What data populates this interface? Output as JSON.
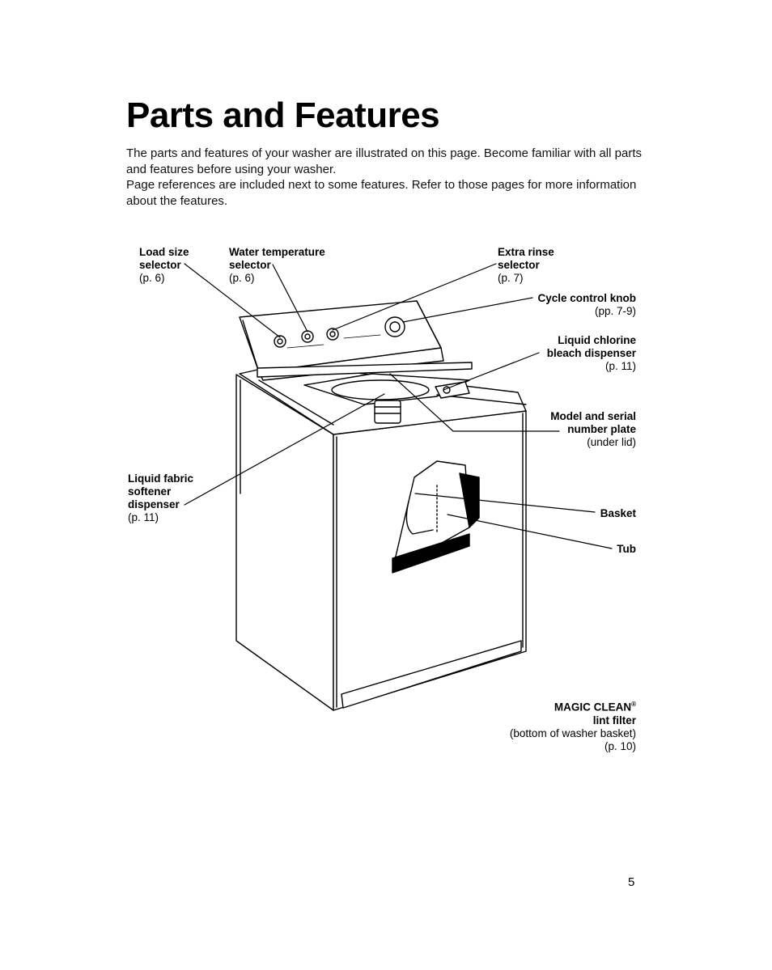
{
  "title": "Parts and Features",
  "intro": {
    "p1": "The parts and features of your washer are illustrated on this page. Become familiar with all parts and features before using your washer.",
    "p2": "Page references are included next to some features. Refer to those pages for more information about the features."
  },
  "labels": {
    "load_size": {
      "name1": "Load size",
      "name2": "selector",
      "page": "(p. 6)"
    },
    "water_temp": {
      "name1": "Water temperature",
      "name2": "selector",
      "page": "(p. 6)"
    },
    "extra_rinse": {
      "name1": "Extra rinse",
      "name2": "selector",
      "page": "(p. 7)"
    },
    "cycle_control": {
      "name1": "Cycle control knob",
      "page": "(pp. 7-9)"
    },
    "bleach": {
      "name1": "Liquid chlorine",
      "name2": "bleach dispenser",
      "page": "(p. 11)"
    },
    "model_serial": {
      "name1": "Model and serial",
      "name2": "number plate",
      "page": "(under lid)"
    },
    "fabric_softener": {
      "name1": "Liquid fabric",
      "name2": "softener",
      "name3": "dispenser",
      "page": "(p. 11)"
    },
    "basket": {
      "name1": "Basket"
    },
    "tub": {
      "name1": "Tub"
    },
    "lint_filter": {
      "name1": "MAGIC CLEAN",
      "trademark": "®",
      "name2": "lint filter",
      "note": "(bottom of washer basket)",
      "page": "(p. 10)"
    }
  },
  "page_number": "5"
}
